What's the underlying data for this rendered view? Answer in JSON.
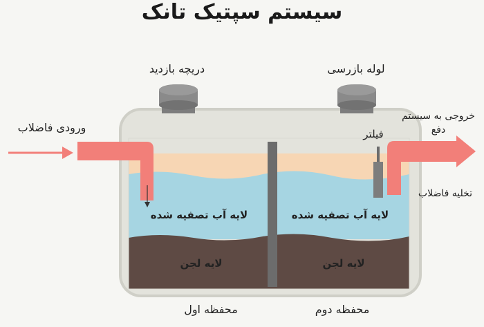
{
  "title": "سیستم سپتیک تانک",
  "labels": {
    "inspection_hatch": "دریچه بازدید",
    "inspection_pipe": "لوله بازرسی",
    "sewage_inlet": "ورودی فاضلاب",
    "outlet_line1": "خروجی به سیستم",
    "outlet_line2": "دفع",
    "filter": "فیلتر",
    "sewage_drain": "تخلیه فاضلاب",
    "treated_water_left": "لایه آب تصفیه شده",
    "treated_water_right": "لایه آب تصفیه شده",
    "sludge_left": "لایه لجن",
    "sludge_right": "لایه لجن",
    "chamber_one": "محفظه اول",
    "chamber_two": "محفظه دوم"
  },
  "colors": {
    "tank_body": "#e3e3dc",
    "tank_border": "#cfcfc7",
    "scum_layer": "#f7d6b4",
    "water_layer": "#a6d5e2",
    "sludge_layer": "#5e4a44",
    "pipe": "#f27f79",
    "lid": "#7d7d7d",
    "divider": "#6c6c6c"
  }
}
